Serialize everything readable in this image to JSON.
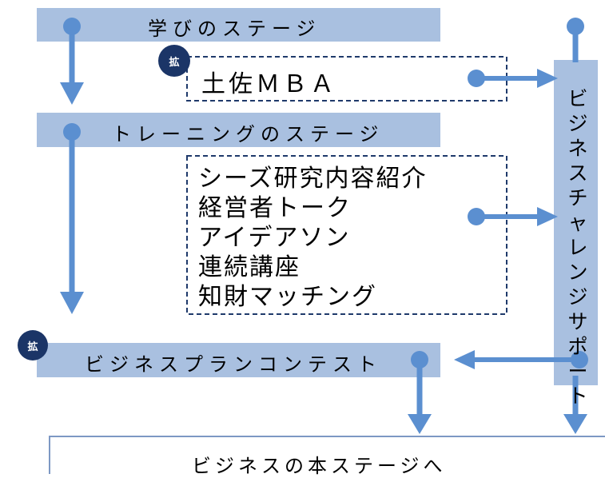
{
  "stages": {
    "learning": "学びのステージ",
    "training": "トレーニングのステージ",
    "contest": "ビジネスプランコンテスト"
  },
  "mba_label": "土佐ＭＢＡ",
  "badge_label": "拡",
  "training_items": [
    "シーズ研究内容紹介",
    "経営者トーク",
    "アイデアソン",
    "連続講座",
    "知財マッチング"
  ],
  "support_label": "ビジネスチャレンジサポート",
  "final_stage": "ビジネスの本ステージへ",
  "colors": {
    "bar_fill": "#a9c0e0",
    "arrow": "#5b8fd0",
    "dashed_border": "#1f3a6b",
    "badge": "#1b3567"
  }
}
